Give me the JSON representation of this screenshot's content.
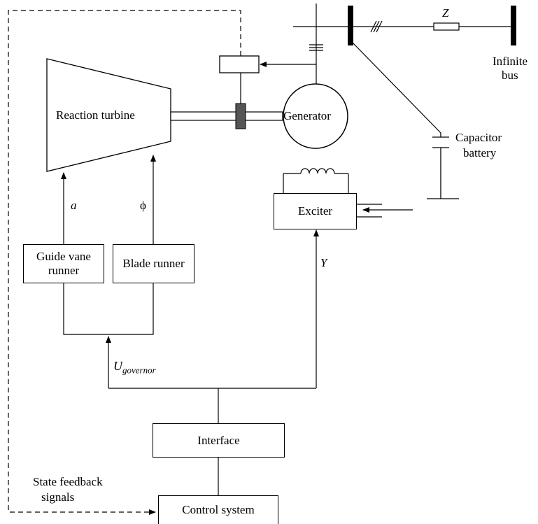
{
  "labels": {
    "reaction_turbine": "Reaction turbine",
    "generator": "Generator",
    "exciter": "Exciter",
    "guide_vane_runner": "Guide vane runner",
    "blade_runner": "Blade runner",
    "interface": "Interface",
    "control_system": "Control system",
    "infinite_bus_line1": "Infinite",
    "infinite_bus_line2": "bus",
    "capacitor_line1": "Capacitor",
    "capacitor_line2": "battery",
    "impedance": "Z",
    "alpha": "a",
    "phi": "ϕ",
    "y_signal": "Y",
    "u_governor_main": "U",
    "u_governor_sub": "governor",
    "state_feedback_line1": "State feedback",
    "state_feedback_line2": "signals"
  },
  "colors": {
    "line": "#000000",
    "coupling_fill": "#555555",
    "background": "#ffffff"
  }
}
